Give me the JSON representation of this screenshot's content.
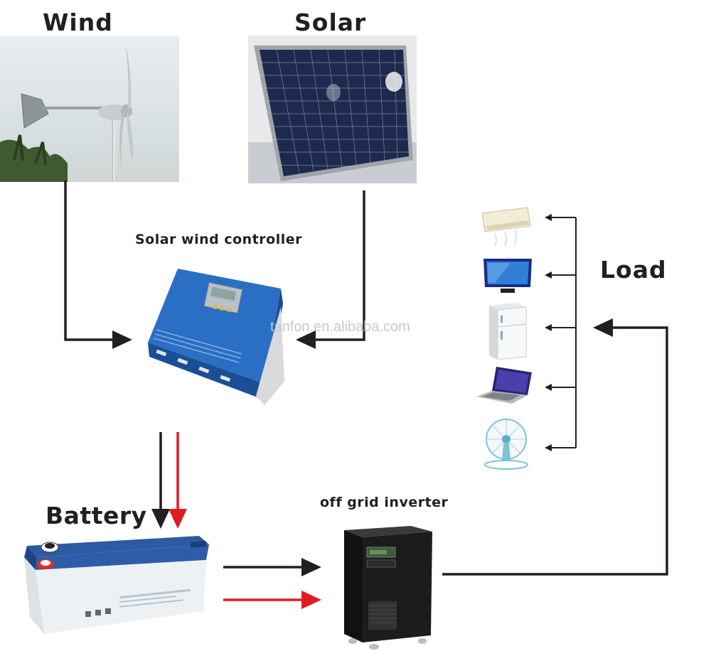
{
  "labels": {
    "wind": "Wind",
    "solar": "Solar",
    "controller": "Solar wind controller",
    "load": "Load",
    "battery": "Battery",
    "inverter": "off grid inverter"
  },
  "watermark": "tanfon.en.alibaba.com",
  "icons": {
    "wind_turbine": "wind-turbine-photo",
    "solar_panel": "solar-panel-photo",
    "controller": "controller-device",
    "battery": "battery-device",
    "inverter": "inverter-device",
    "loads": [
      "air-conditioner-icon",
      "television-icon",
      "refrigerator-icon",
      "laptop-icon",
      "fan-icon"
    ]
  },
  "colors": {
    "wire_black": "#231f20",
    "wire_red": "#e11b22",
    "controller_blue": "#1f5fb4",
    "battery_blue": "#2d5da8",
    "inverter_body": "#1c1c1c"
  }
}
